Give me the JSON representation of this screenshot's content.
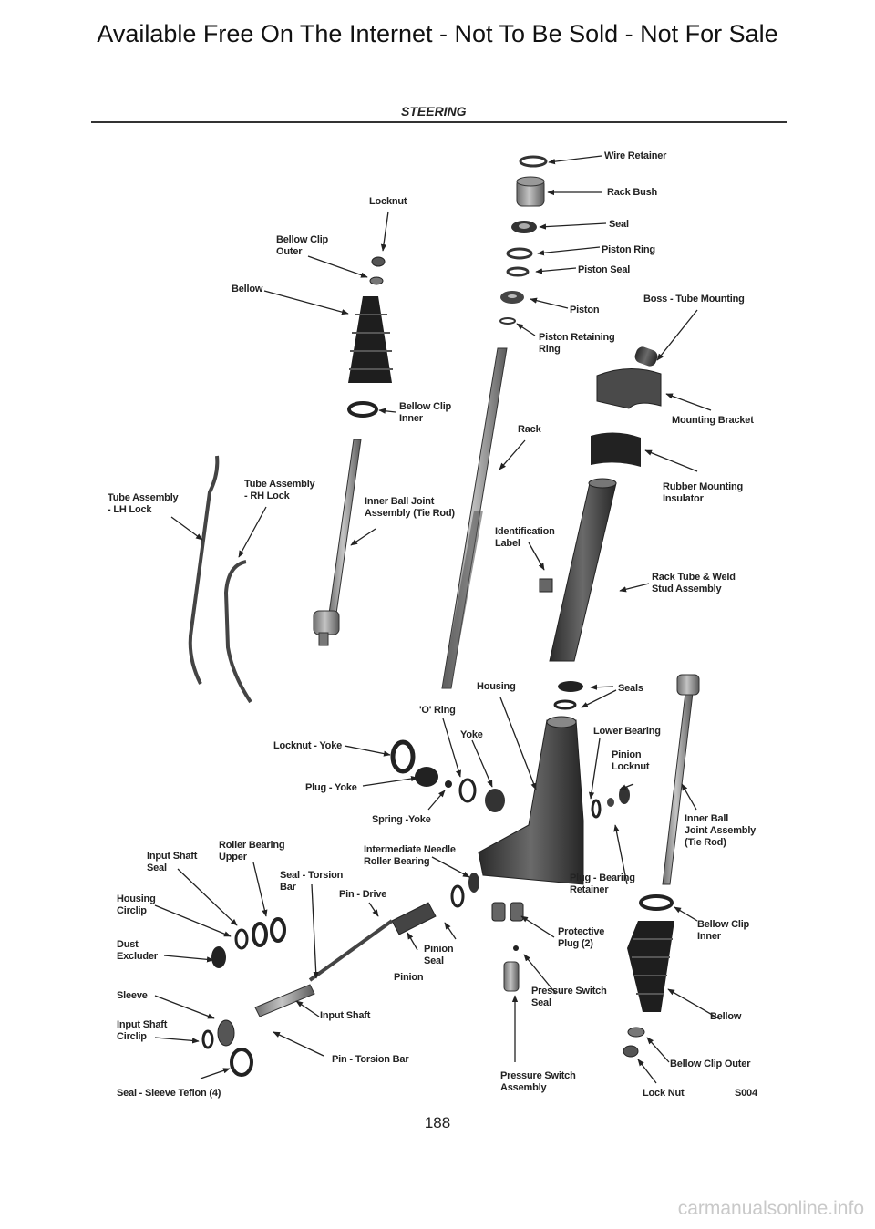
{
  "banner": "Available Free On The Internet - Not To Be Sold - Not For Sale",
  "section_title": "STEERING",
  "page_number": "188",
  "diagram_code": "S004",
  "watermark": "carmanualsonline.info",
  "labels": {
    "wire_retainer": "Wire Retainer",
    "rack_bush": "Rack Bush",
    "seal": "Seal",
    "piston_ring": "Piston Ring",
    "piston_seal": "Piston Seal",
    "piston": "Piston",
    "boss_tube_mounting": "Boss - Tube Mounting",
    "piston_retaining_ring": "Piston Retaining\nRing",
    "locknut": "Locknut",
    "bellow_clip_outer_top": "Bellow Clip\nOuter",
    "bellow_top": "Bellow",
    "bellow_clip_inner_top": "Bellow Clip\nInner",
    "mounting_bracket": "Mounting Bracket",
    "rack": "Rack",
    "rubber_mounting_insulator": "Rubber Mounting\nInsulator",
    "tube_assembly_rh": "Tube Assembly\n- RH Lock",
    "tube_assembly_lh": "Tube Assembly\n- LH Lock",
    "inner_ball_joint_top": "Inner Ball Joint\nAssembly (Tie Rod)",
    "identification_label": "Identification\nLabel",
    "rack_tube_weld": "Rack Tube & Weld\nStud Assembly",
    "housing": "Housing",
    "seals": "Seals",
    "o_ring": "'O' Ring",
    "yoke": "Yoke",
    "lower_bearing": "Lower Bearing",
    "locknut_yoke": "Locknut - Yoke",
    "pinion_locknut": "Pinion\nLocknut",
    "plug_yoke": "Plug - Yoke",
    "spring_yoke": "Spring -Yoke",
    "inner_ball_joint_bottom": "Inner Ball\nJoint Assembly\n(Tie Rod)",
    "input_shaft_seal": "Input Shaft\nSeal",
    "roller_bearing_upper": "Roller Bearing\nUpper",
    "intermediate_needle": "Intermediate Needle\nRoller Bearing",
    "seal_torsion_bar": "Seal - Torsion\nBar",
    "plug_bearing_retainer": "Plug - Bearing\nRetainer",
    "housing_circlip": "Housing\nCirclip",
    "pin_drive": "Pin - Drive",
    "bellow_clip_inner_bottom": "Bellow Clip\nInner",
    "protective_plug": "Protective\nPlug (2)",
    "dust_excluder": "Dust\nExcluder",
    "pinion_seal": "Pinion\nSeal",
    "pinion": "Pinion",
    "sleeve": "Sleeve",
    "pressure_switch_seal": "Pressure Switch\nSeal",
    "input_shaft": "Input Shaft",
    "bellow_bottom": "Bellow",
    "input_shaft_circlip": "Input Shaft\nCirclip",
    "pin_torsion_bar": "Pin - Torsion Bar",
    "bellow_clip_outer_bottom": "Bellow Clip Outer",
    "seal_sleeve_teflon": "Seal - Sleeve Teflon (4)",
    "pressure_switch_assembly": "Pressure Switch\nAssembly",
    "lock_nut": "Lock Nut"
  }
}
